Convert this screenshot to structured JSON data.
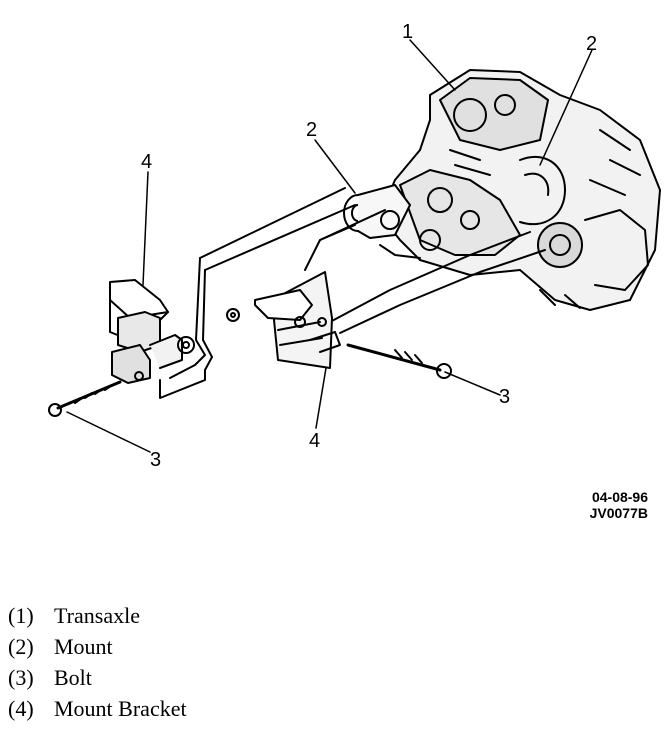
{
  "callouts": {
    "transaxle": "1",
    "mount_top_right": "2",
    "mount_left": "2",
    "bracket_left": "4",
    "bracket_right": "4",
    "bolt_left": "3",
    "bolt_right": "3"
  },
  "figure_id": {
    "date": "04-08-96",
    "code": "JV0077B"
  },
  "legend": [
    {
      "num": "(1)",
      "label": "Transaxle"
    },
    {
      "num": "(2)",
      "label": "Mount"
    },
    {
      "num": "(3)",
      "label": "Bolt"
    },
    {
      "num": "(4)",
      "label": "Mount Bracket"
    }
  ]
}
